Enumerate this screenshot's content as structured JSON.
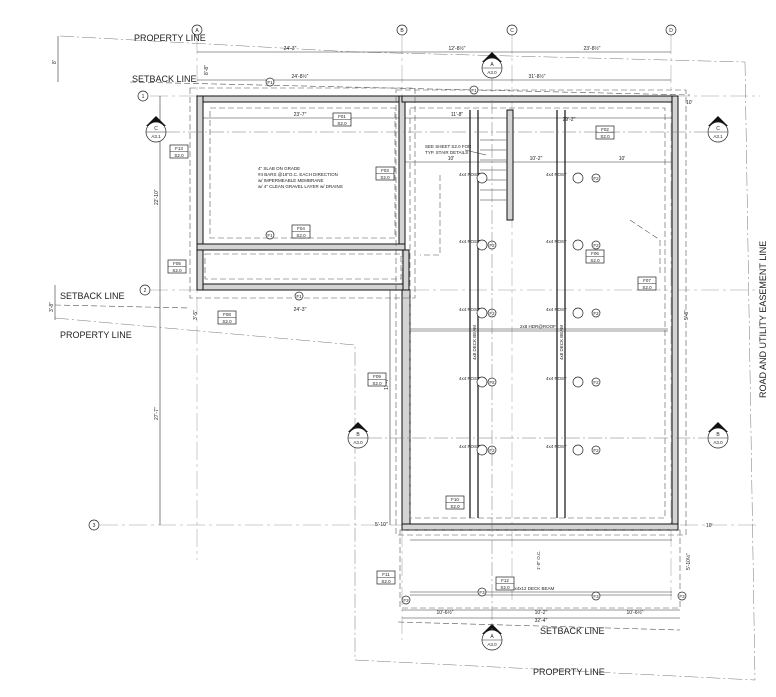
{
  "labels": {
    "property_line_top": "PROPERTY LINE",
    "setback_line_top": "SETBACK LINE",
    "setback_line_left": "SETBACK LINE",
    "property_line_left": "PROPERTY LINE",
    "setback_line_bottom": "SETBACK LINE",
    "property_line_bottom": "PROPERTY LINE",
    "easement": "ROAD AND UTILITY EASEMENT LINE"
  },
  "grid_bubbles": {
    "top": [
      "A",
      "B",
      "C",
      "D"
    ],
    "left": [
      "1",
      "2",
      "3"
    ]
  },
  "dimensions": {
    "top_a": "24'-3\"",
    "top_b": "12'-8½\"",
    "top_c": "23'-8½\"",
    "row2_a": "24'-8½\"",
    "row2_b": "31'-8½\"",
    "row3_a": "23'-7\"",
    "row3_b": "11'-8\"",
    "row3_c": "29'-2\"",
    "row4_a": "10'",
    "row4_b": "10'-2\"",
    "row4_c": "10'",
    "mid_left": "24'-3\"",
    "left_1": "22'-10\"",
    "left_2": "27'-7\"",
    "left_3": "17'-7\"",
    "bot_a": "10'-6½\"",
    "bot_b": "10'-2\"",
    "bot_c": "10'-6½\"",
    "bot_total": "32'-4\"",
    "right_a": "10'",
    "right_b": "10'",
    "right_c": "5'-10½\"",
    "inner": "5'-10\"",
    "inner_b": "5'-8\"",
    "inner_c": "3'-5\"",
    "left_small_a": "8'",
    "left_small_b": "3'-8\"",
    "left_small_c": "8'-8\""
  },
  "notes": {
    "slab": [
      "4\" SLAB ON GRADE",
      "#4 BARS @18\"O.C. EACH DIRECTION",
      "w/ IMPERMEABLE MEMBRANE",
      "w/ 4\" CLEAN GRAVEL LAYER w/ DRAINS"
    ],
    "stair": [
      "SEE SHEET S2.0 FOR",
      "TYP. STAIR DETAILS"
    ],
    "beam_main": "2x8 HDR@ROOF",
    "beam_col_a": "4x8 DECK BEAM",
    "beam_col_b": "4x8 DECK BEAM",
    "beam_bottom": "4x4x12 DECK BEAM",
    "ftg_dim": "1'-0\" O.C."
  },
  "post_label": "4x4 POST",
  "footing_tags": [
    "F1",
    "F2",
    "F3"
  ],
  "details": [
    {
      "id": "F01",
      "sheet": "S2.0"
    },
    {
      "id": "F02",
      "sheet": "S2.0"
    },
    {
      "id": "F03",
      "sheet": "S2.0"
    },
    {
      "id": "F04",
      "sheet": "S2.0"
    },
    {
      "id": "F05",
      "sheet": "S2.0"
    },
    {
      "id": "F06",
      "sheet": "S2.0"
    },
    {
      "id": "F07",
      "sheet": "S2.0"
    },
    {
      "id": "F08",
      "sheet": "S2.0"
    },
    {
      "id": "F09",
      "sheet": "S2.0"
    },
    {
      "id": "F10",
      "sheet": "S2.0"
    },
    {
      "id": "F11",
      "sheet": "S2.0"
    },
    {
      "id": "F12",
      "sheet": "S2.0"
    },
    {
      "id": "F13",
      "sheet": "S2.0"
    }
  ],
  "sections": [
    {
      "letter": "A",
      "sheet": "A3.0"
    },
    {
      "letter": "B",
      "sheet": "A3.0"
    },
    {
      "letter": "C",
      "sheet": "A3.1"
    }
  ]
}
